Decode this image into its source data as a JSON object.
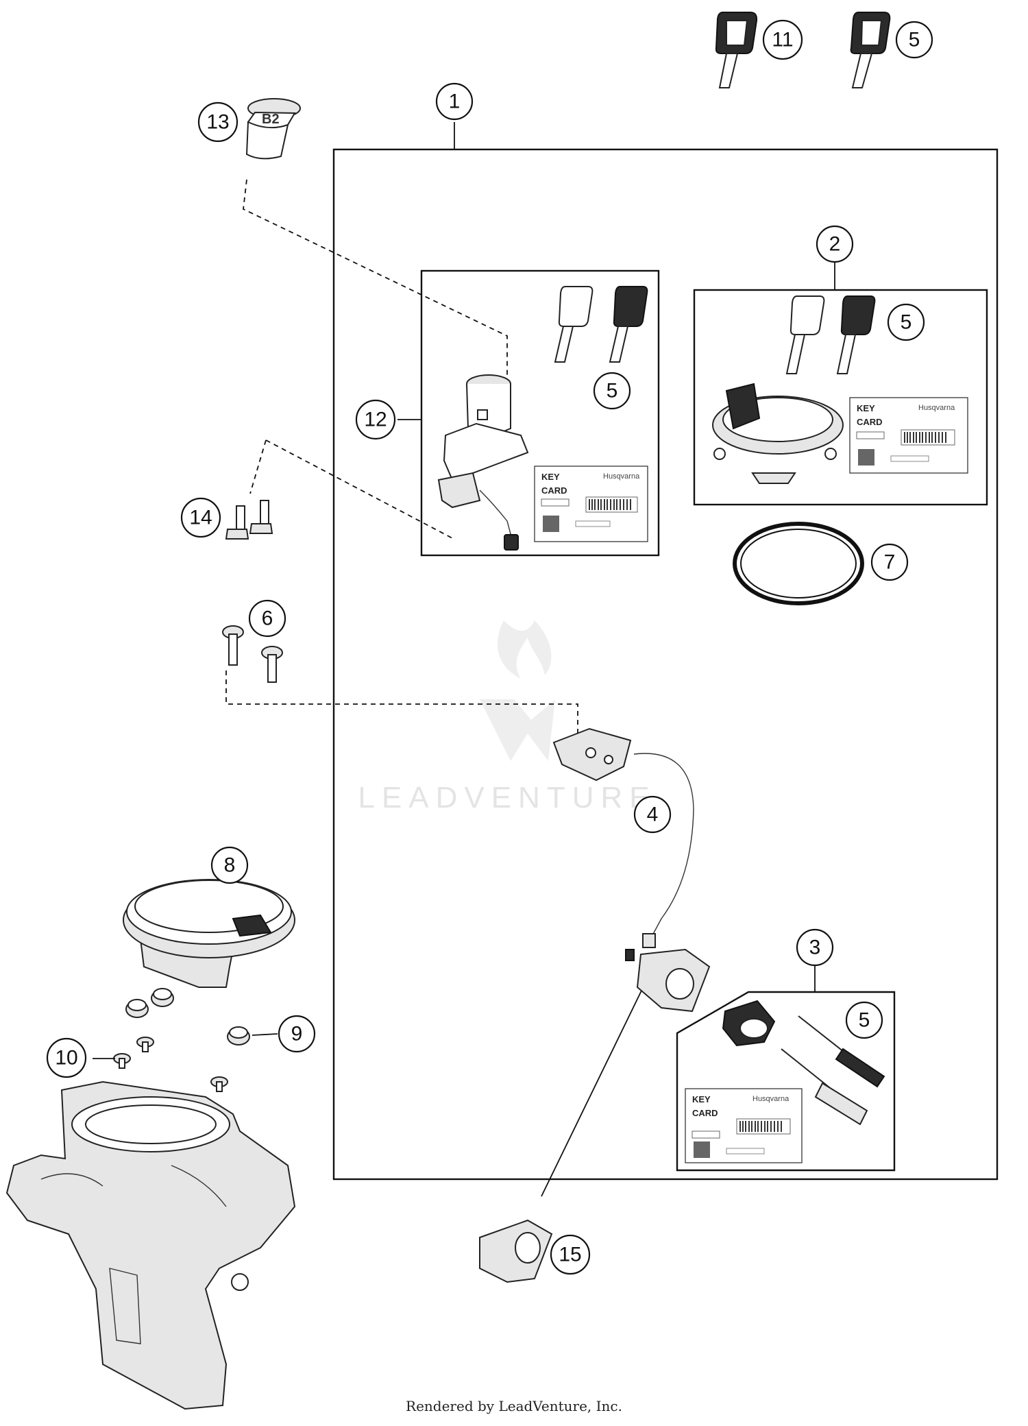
{
  "callouts": {
    "c1": "1",
    "c2": "2",
    "c3": "3",
    "c4": "4",
    "c5a": "5",
    "c5b": "5",
    "c5c": "5",
    "c5d": "5",
    "c6": "6",
    "c7": "7",
    "c8": "8",
    "c9": "9",
    "c10": "10",
    "c11": "11",
    "c12": "12",
    "c13": "13",
    "c14": "14",
    "c15": "15"
  },
  "key_cards": {
    "line1": "KEY",
    "line2": "CARD",
    "brand": "Husqvarna"
  },
  "watermark": "LEADVENTURE",
  "footer": "Rendered by LeadVenture, Inc."
}
